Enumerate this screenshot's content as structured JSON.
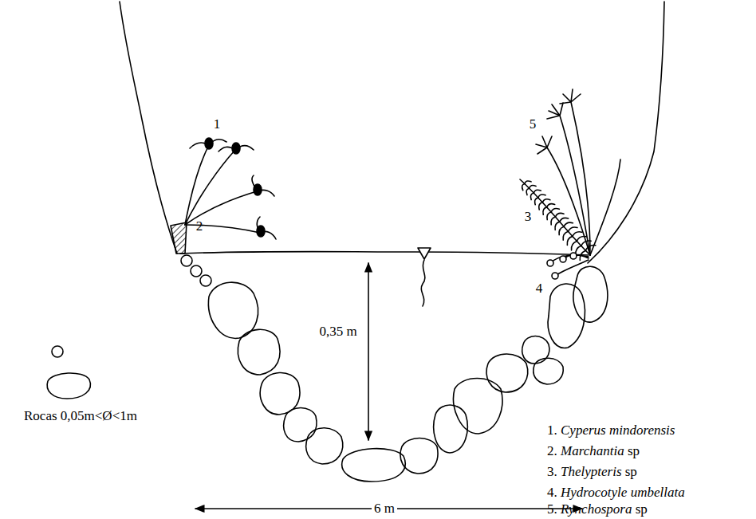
{
  "diagram": {
    "labels": [
      "1",
      "2",
      "5",
      "3",
      "4",
      "0,35 m",
      "6 m",
      "1. Cyperus mindorensis",
      "2. Marchantia sp",
      "3. Thelypteris sp",
      "4. Hydrocotyle umbellata",
      "5. Rynchospora sp"
    ],
    "legend": [
      {
        "text": "Rocas 0,05m<Ø<1m"
      }
    ]
  }
}
